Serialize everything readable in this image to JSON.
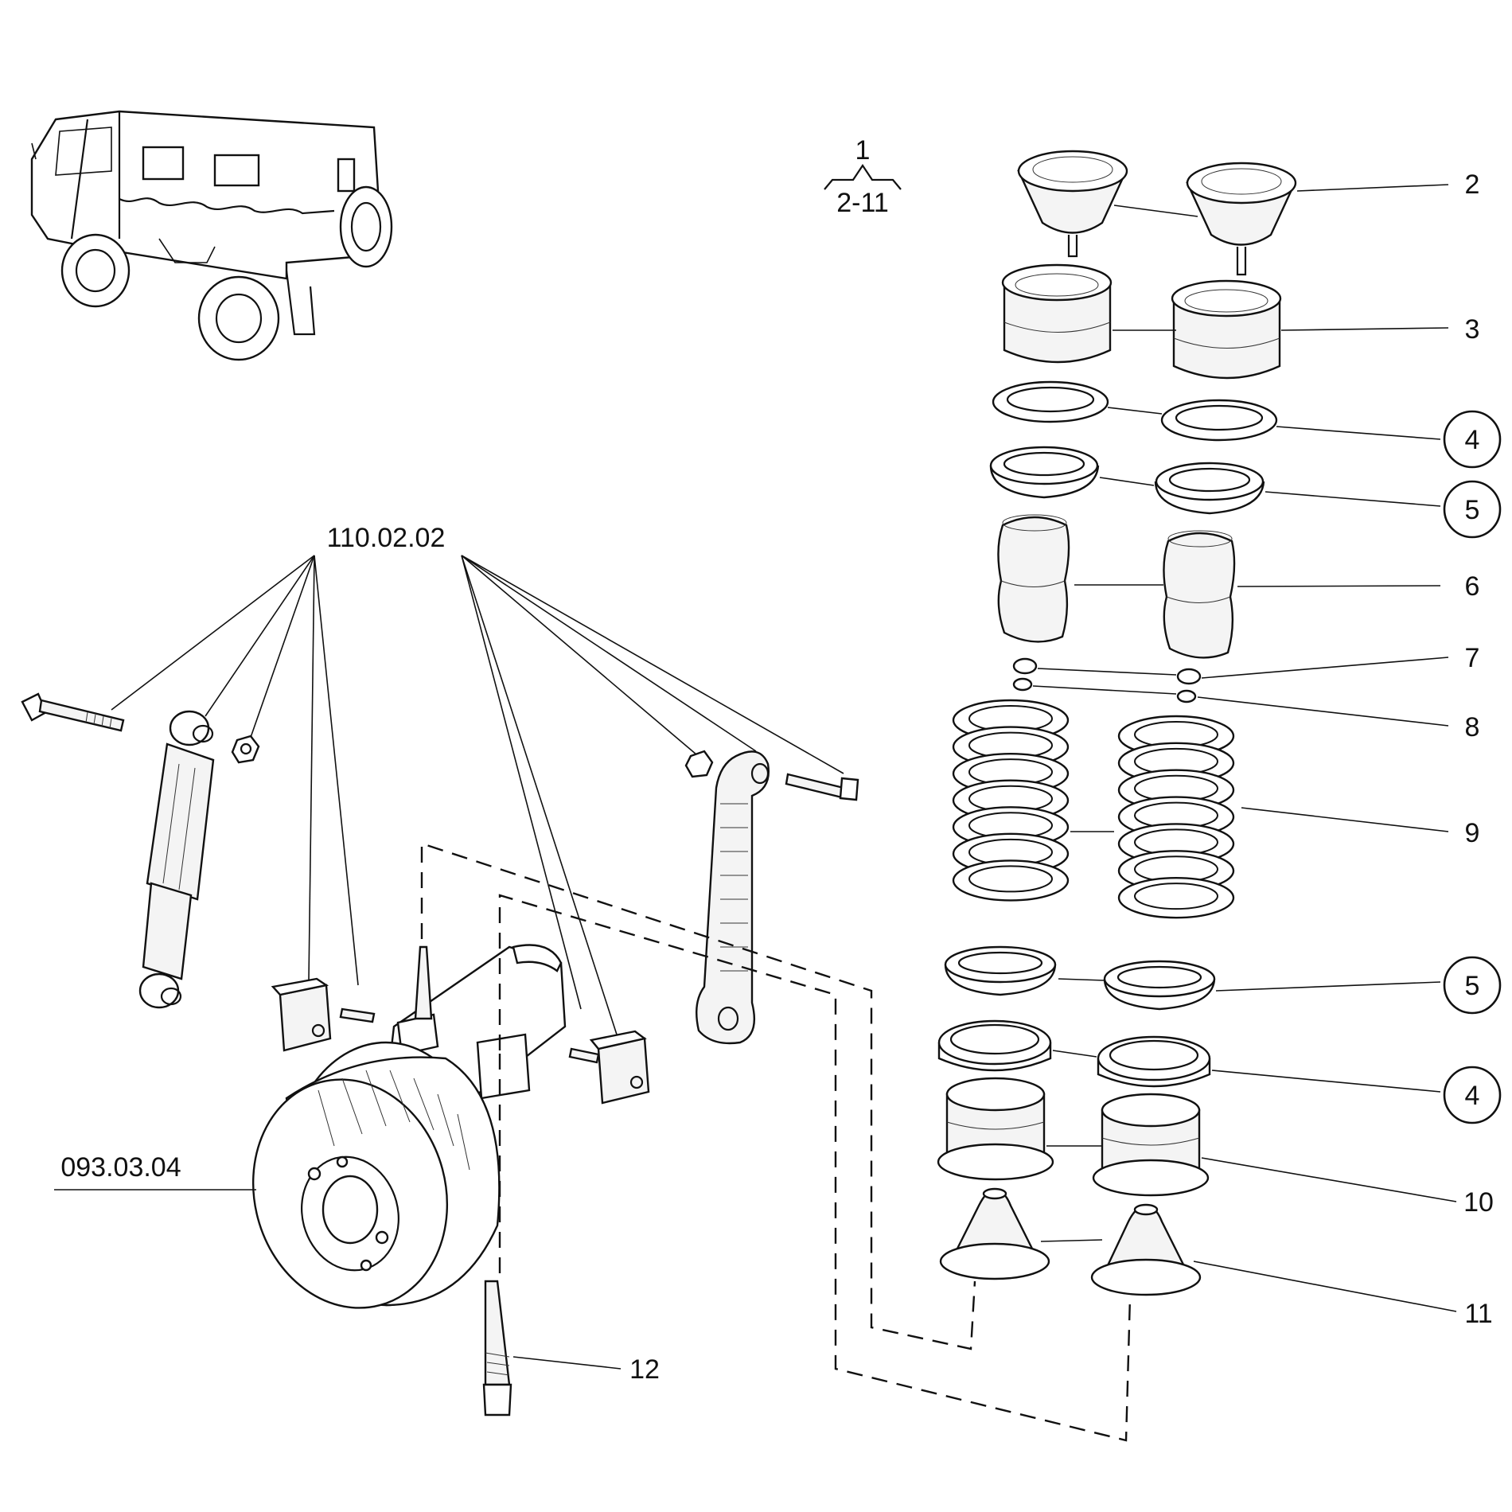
{
  "header": {
    "group_top": "1",
    "group_range": "2-11"
  },
  "references": {
    "mount_group": "110.02.02",
    "drum_group": "093.03.04"
  },
  "callouts": [
    {
      "id": "c2",
      "label": "2",
      "circled": false
    },
    {
      "id": "c3",
      "label": "3",
      "circled": false
    },
    {
      "id": "c4a",
      "label": "4",
      "circled": true
    },
    {
      "id": "c5a",
      "label": "5",
      "circled": true
    },
    {
      "id": "c6",
      "label": "6",
      "circled": false
    },
    {
      "id": "c7",
      "label": "7",
      "circled": false
    },
    {
      "id": "c8",
      "label": "8",
      "circled": false
    },
    {
      "id": "c9",
      "label": "9",
      "circled": false
    },
    {
      "id": "c5b",
      "label": "5",
      "circled": true
    },
    {
      "id": "c4b",
      "label": "4",
      "circled": true
    },
    {
      "id": "c10",
      "label": "10",
      "circled": false
    },
    {
      "id": "c11",
      "label": "11",
      "circled": false
    },
    {
      "id": "c12",
      "label": "12",
      "circled": false
    }
  ]
}
